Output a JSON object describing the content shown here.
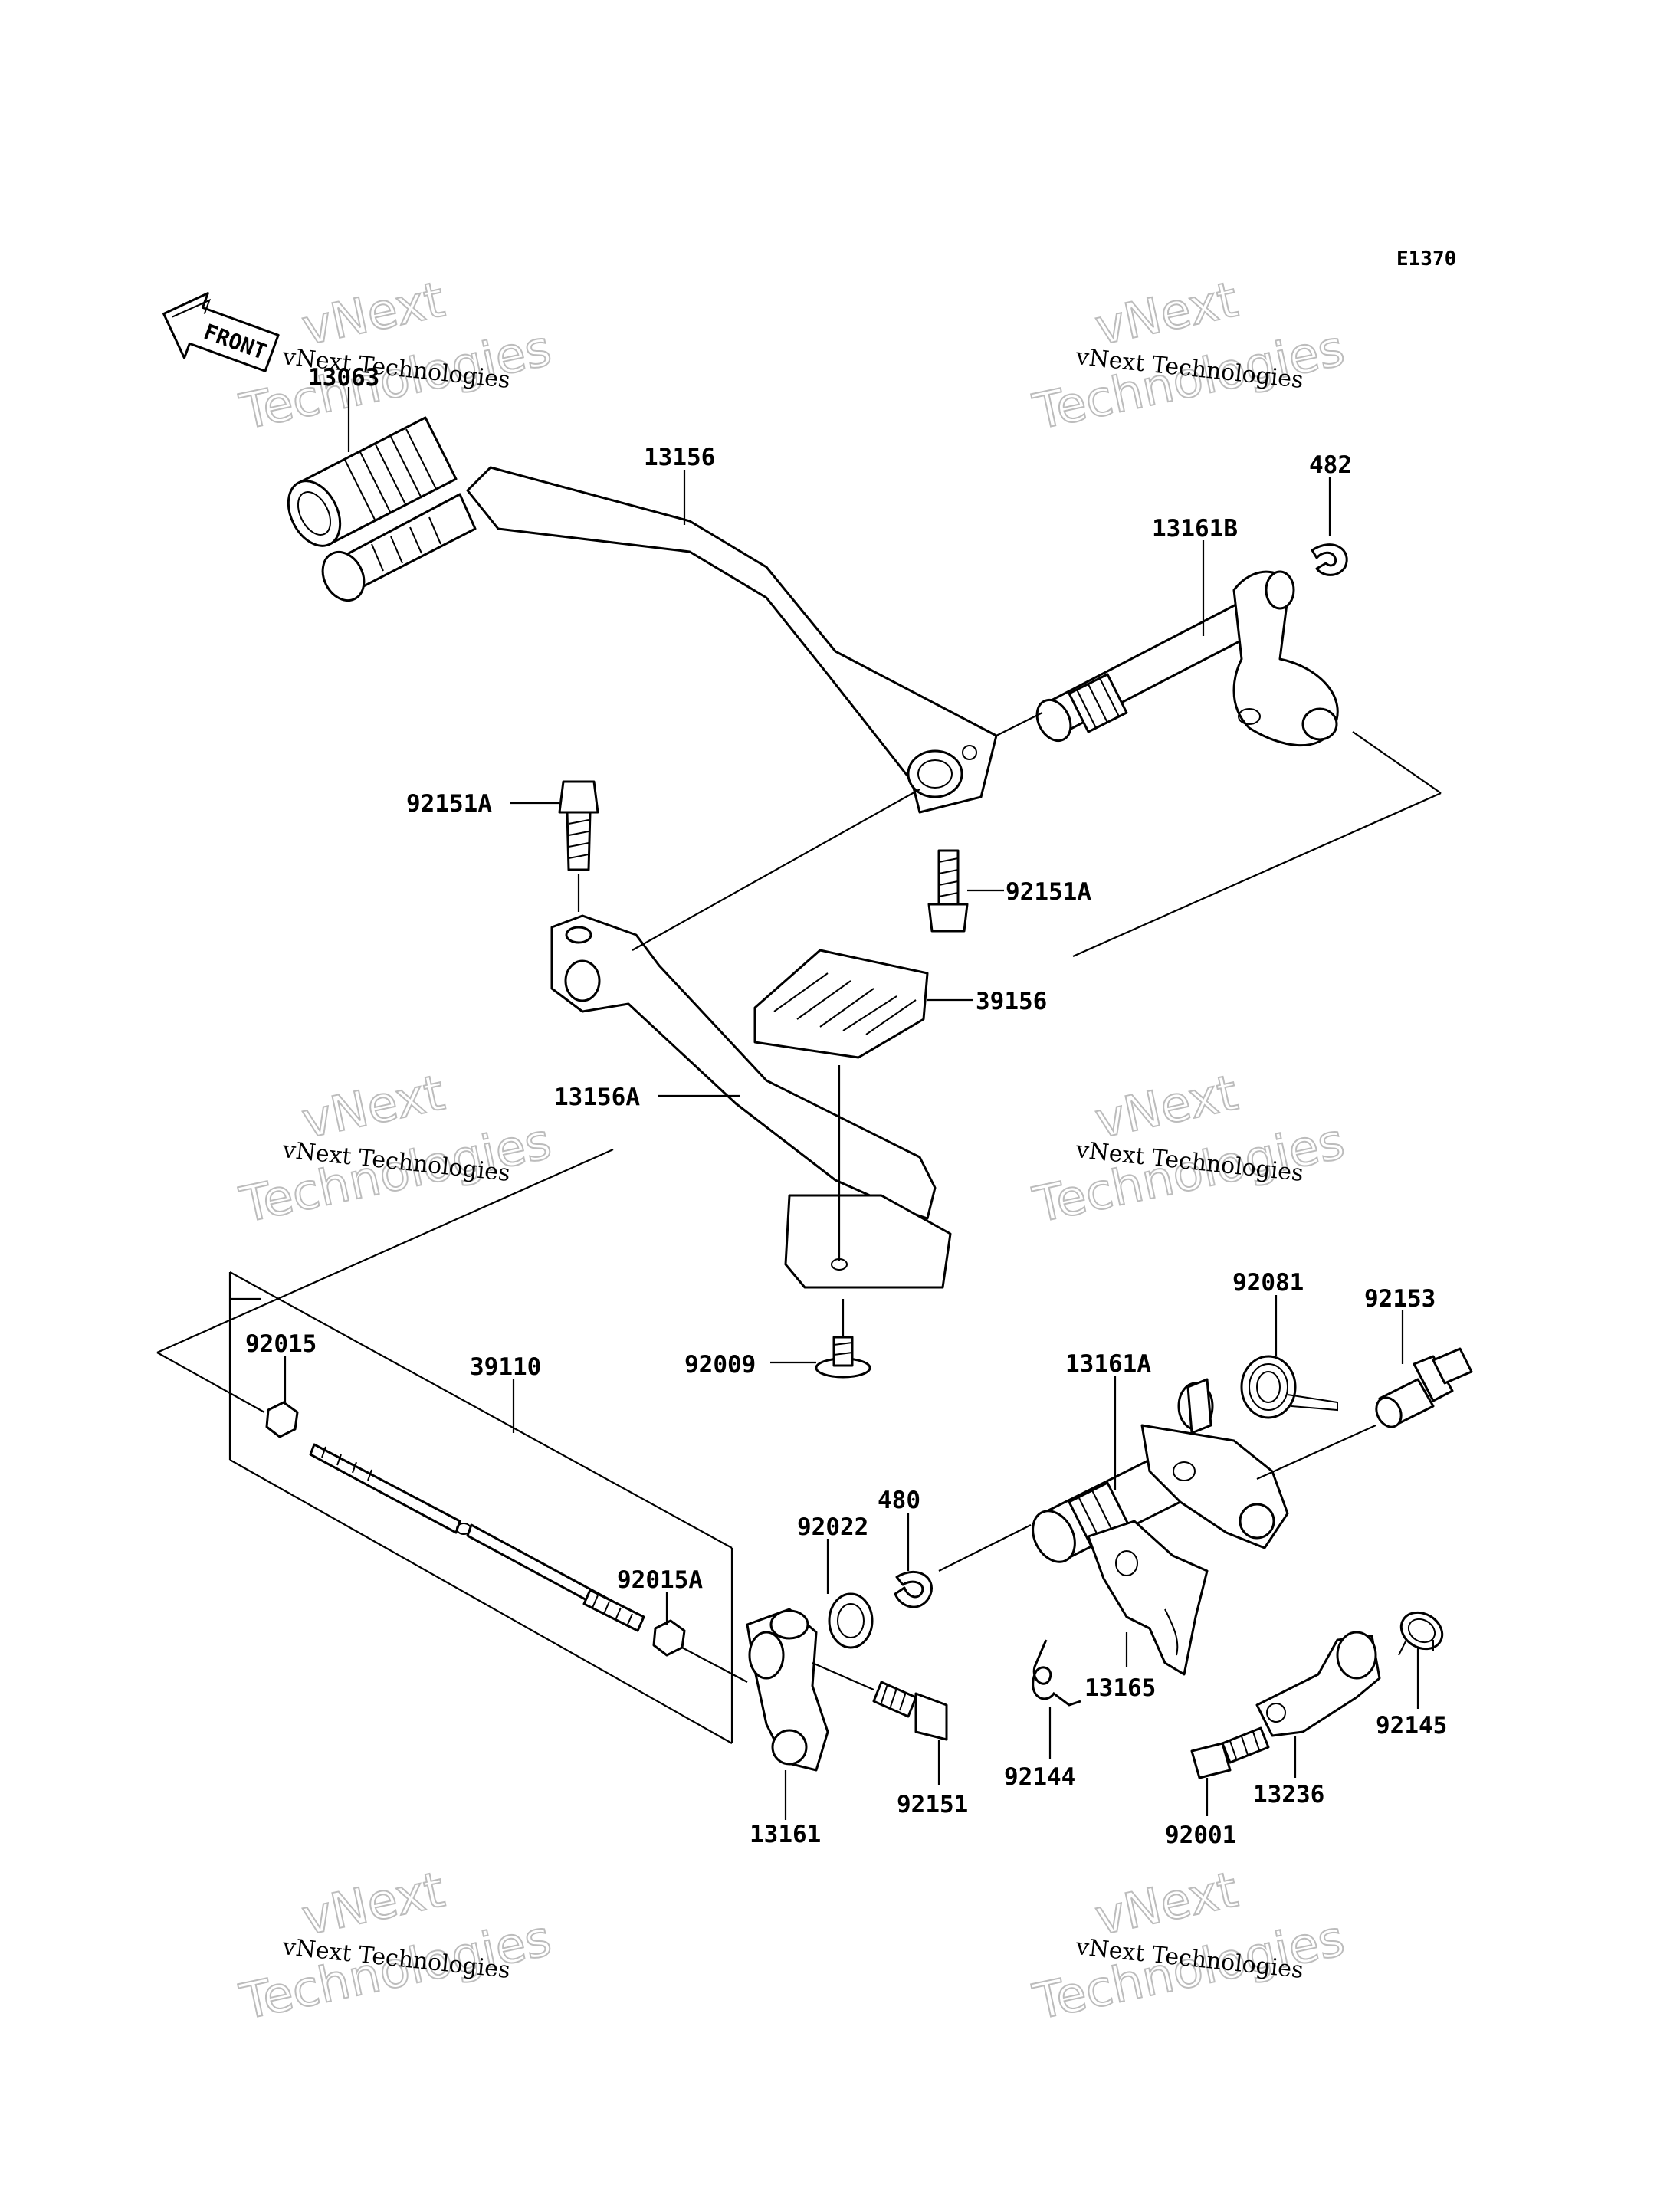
{
  "diagram": {
    "ref_code": "E1370",
    "front_label": "FRONT",
    "watermark": {
      "line1": "vNext",
      "line2": "Technologies",
      "small": "vNext Technologies"
    },
    "parts": [
      {
        "number": "13063"
      },
      {
        "number": "13156"
      },
      {
        "number": "482"
      },
      {
        "number": "13161B"
      },
      {
        "number": "92151A"
      },
      {
        "number": "92151A"
      },
      {
        "number": "39156"
      },
      {
        "number": "13156A"
      },
      {
        "number": "92009"
      },
      {
        "number": "92081"
      },
      {
        "number": "92153"
      },
      {
        "number": "92015"
      },
      {
        "number": "39110"
      },
      {
        "number": "13161A"
      },
      {
        "number": "480"
      },
      {
        "number": "92022"
      },
      {
        "number": "92015A"
      },
      {
        "number": "13165"
      },
      {
        "number": "92145"
      },
      {
        "number": "92144"
      },
      {
        "number": "13236"
      },
      {
        "number": "13161"
      },
      {
        "number": "92151"
      },
      {
        "number": "92001"
      }
    ]
  }
}
